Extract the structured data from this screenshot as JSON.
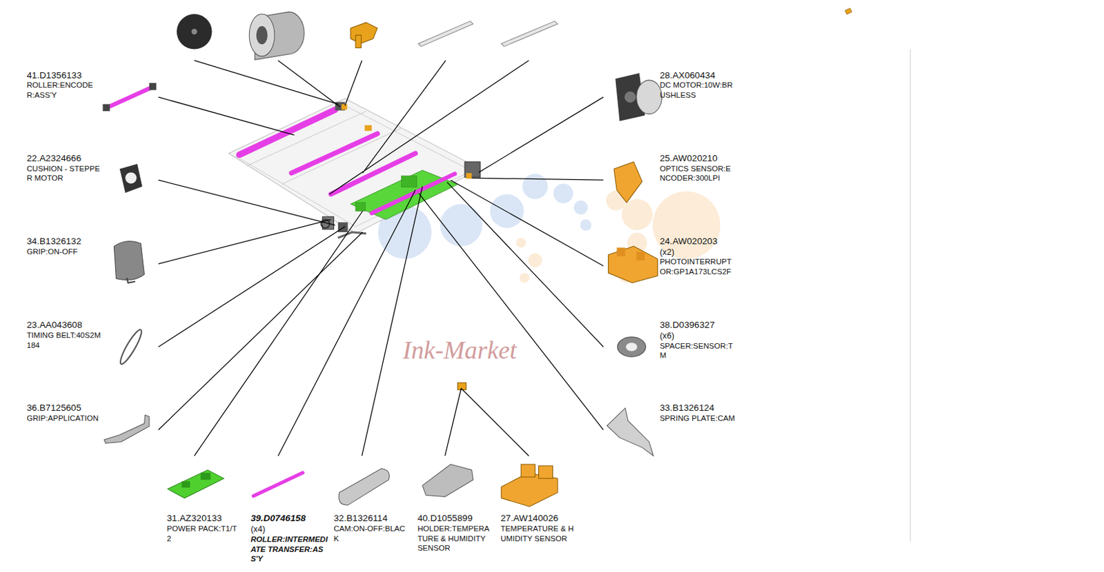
{
  "diagram": {
    "labels": [
      "41.D1356133",
      "ROLLER:ENCODER:ASS'Y",
      "22.A2324666",
      "CUSHION - STEPPER MOTOR",
      "34.B1326132",
      "GRIP:ON-OFF",
      "23.AA043608",
      "TIMING BELT:40S2M184",
      "36.B7125605",
      "GRIP:APPLICATION",
      "31.AZ320133",
      "POWER PACK:T1/T2",
      "39.D0746158",
      "(x4)",
      "ROLLER:INTERMEDIATE TRANSFER:ASS'Y",
      "32.B1326114",
      "CAM:ON-OFF:BLACK",
      "40.D1055899",
      "HOLDER:TEMPERATURE & HUMIDITY SENSOR",
      "27.AW140026",
      "TEMPERATURE & HUMIDITY SENSOR",
      "28.AX060434",
      "DC MOTOR:10W:BRUSHLESS",
      "25.AW020210",
      "OPTICS SENSOR:ENCODER:300LPI",
      "24.AW020203",
      "(x2)",
      "PHOTOINTERRUPTOR:GP1A173LCS2F",
      "38.D0396327",
      "(x6)",
      "SPACER:SENSOR:TM",
      "33.B1326124",
      "SPRING PLATE:CAM",
      "Ink-Market"
    ]
  }
}
